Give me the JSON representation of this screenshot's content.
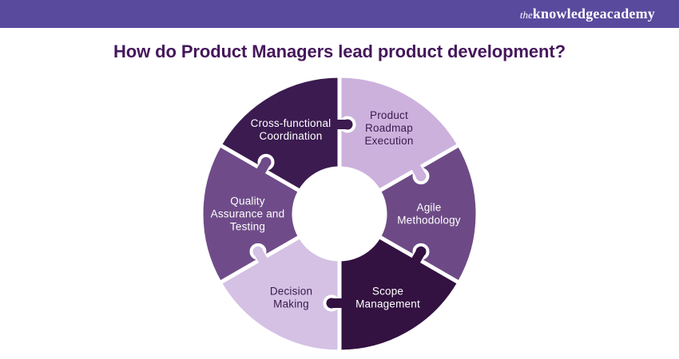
{
  "page": {
    "background": "#ffffff"
  },
  "header": {
    "bar_color": "#5a4a9e",
    "logo": {
      "prefix": "the",
      "word1": "knowledge",
      "word2": "academy"
    }
  },
  "title": {
    "text": "How do Product Managers lead product development?",
    "color": "#45175c"
  },
  "chart_data": {
    "type": "pie",
    "title": "How do Product Managers lead product development?",
    "categories": [
      "Product Roadmap Execution",
      "Agile Methodology",
      "Scope Management",
      "Decision Making",
      "Quality Assurance and Testing",
      "Cross-functional Coordination"
    ],
    "values": [
      1,
      1,
      1,
      1,
      1,
      1
    ],
    "style": "donut-puzzle",
    "legend_position": "none"
  },
  "diagram": {
    "divider_color": "#ffffff",
    "segments": [
      {
        "id": "product-roadmap-execution",
        "label_lines": [
          "Product",
          "Roadmap",
          "Execution"
        ],
        "color": "#ccb1dd",
        "text_color": "#3a1a4d",
        "start_angle": 0,
        "end_angle": 60,
        "label_angle": 30,
        "label_radius": 124
      },
      {
        "id": "agile-methodology",
        "label_lines": [
          "Agile",
          "Methodology"
        ],
        "color": "#6d4a86",
        "text_color": "#ffffff",
        "start_angle": 60,
        "end_angle": 120,
        "label_angle": 90,
        "label_radius": 112
      },
      {
        "id": "scope-management",
        "label_lines": [
          "Scope",
          "Management"
        ],
        "color": "#331141",
        "text_color": "#ffffff",
        "start_angle": 120,
        "end_angle": 180,
        "label_angle": 150,
        "label_radius": 121
      },
      {
        "id": "decision-making",
        "label_lines": [
          "Decision",
          "Making"
        ],
        "color": "#d4c1e4",
        "text_color": "#3a1a4d",
        "start_angle": 180,
        "end_angle": 240,
        "label_angle": 210,
        "label_radius": 121
      },
      {
        "id": "quality-assurance-and-testing",
        "label_lines": [
          "Quality",
          "Assurance and",
          "Testing"
        ],
        "color": "#6f4c89",
        "text_color": "#ffffff",
        "start_angle": 240,
        "end_angle": 300,
        "label_angle": 270,
        "label_radius": 115
      },
      {
        "id": "cross-functional-coordination",
        "label_lines": [
          "Cross-functional",
          "Coordination"
        ],
        "color": "#3b1b50",
        "text_color": "#ffffff",
        "start_angle": 300,
        "end_angle": 360,
        "label_angle": 330,
        "label_radius": 122
      }
    ],
    "tabs": [
      {
        "boundary_angle": 0,
        "owner": 5
      },
      {
        "boundary_angle": 60,
        "owner": 0
      },
      {
        "boundary_angle": 120,
        "owner": 2
      },
      {
        "boundary_angle": 180,
        "owner": 2
      },
      {
        "boundary_angle": 240,
        "owner": 3
      },
      {
        "boundary_angle": 300,
        "owner": 4
      }
    ]
  }
}
